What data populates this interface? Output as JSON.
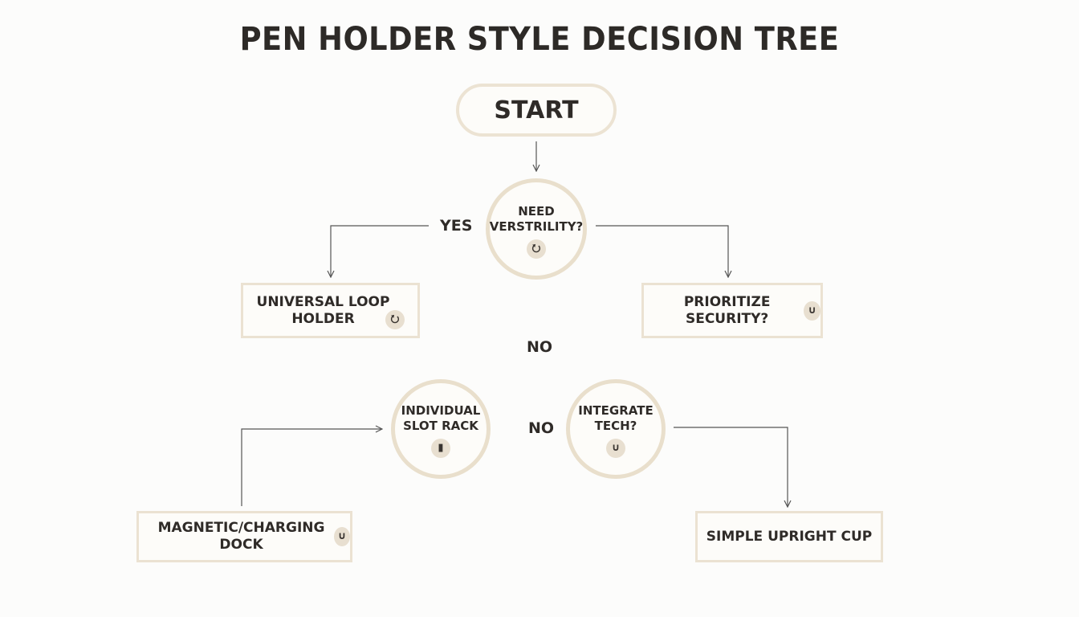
{
  "title": "PEN HOLDER STYLE DECISION TREE",
  "nodes": {
    "start": "START",
    "need_versatility": "NEED\nVERSTRILITY?",
    "universal_loop": "UNIVERSAL LOOP\nHOLDER",
    "prioritize_security": "PRIORITIZE SECURITY?",
    "individual_slot": "INDIVIDUAL\nSLOT RACK",
    "integrate_tech": "INTEGRATE\nTECH?",
    "magnetic_dock": "MAGNETIC/CHARGING DOCK",
    "simple_cup": "SIMPLE UPRIGHT CUP"
  },
  "edge_labels": {
    "yes": "YES",
    "no_1": "NO",
    "no_2": "NO"
  },
  "icons": {
    "loop": "loop-icon",
    "magnet": "magnet-icon",
    "slot": "slot-rack-icon"
  },
  "colors": {
    "border": "#ebe2d2",
    "icon_bg": "#e8dfd0",
    "text": "#2f2b28",
    "line": "#555555"
  }
}
